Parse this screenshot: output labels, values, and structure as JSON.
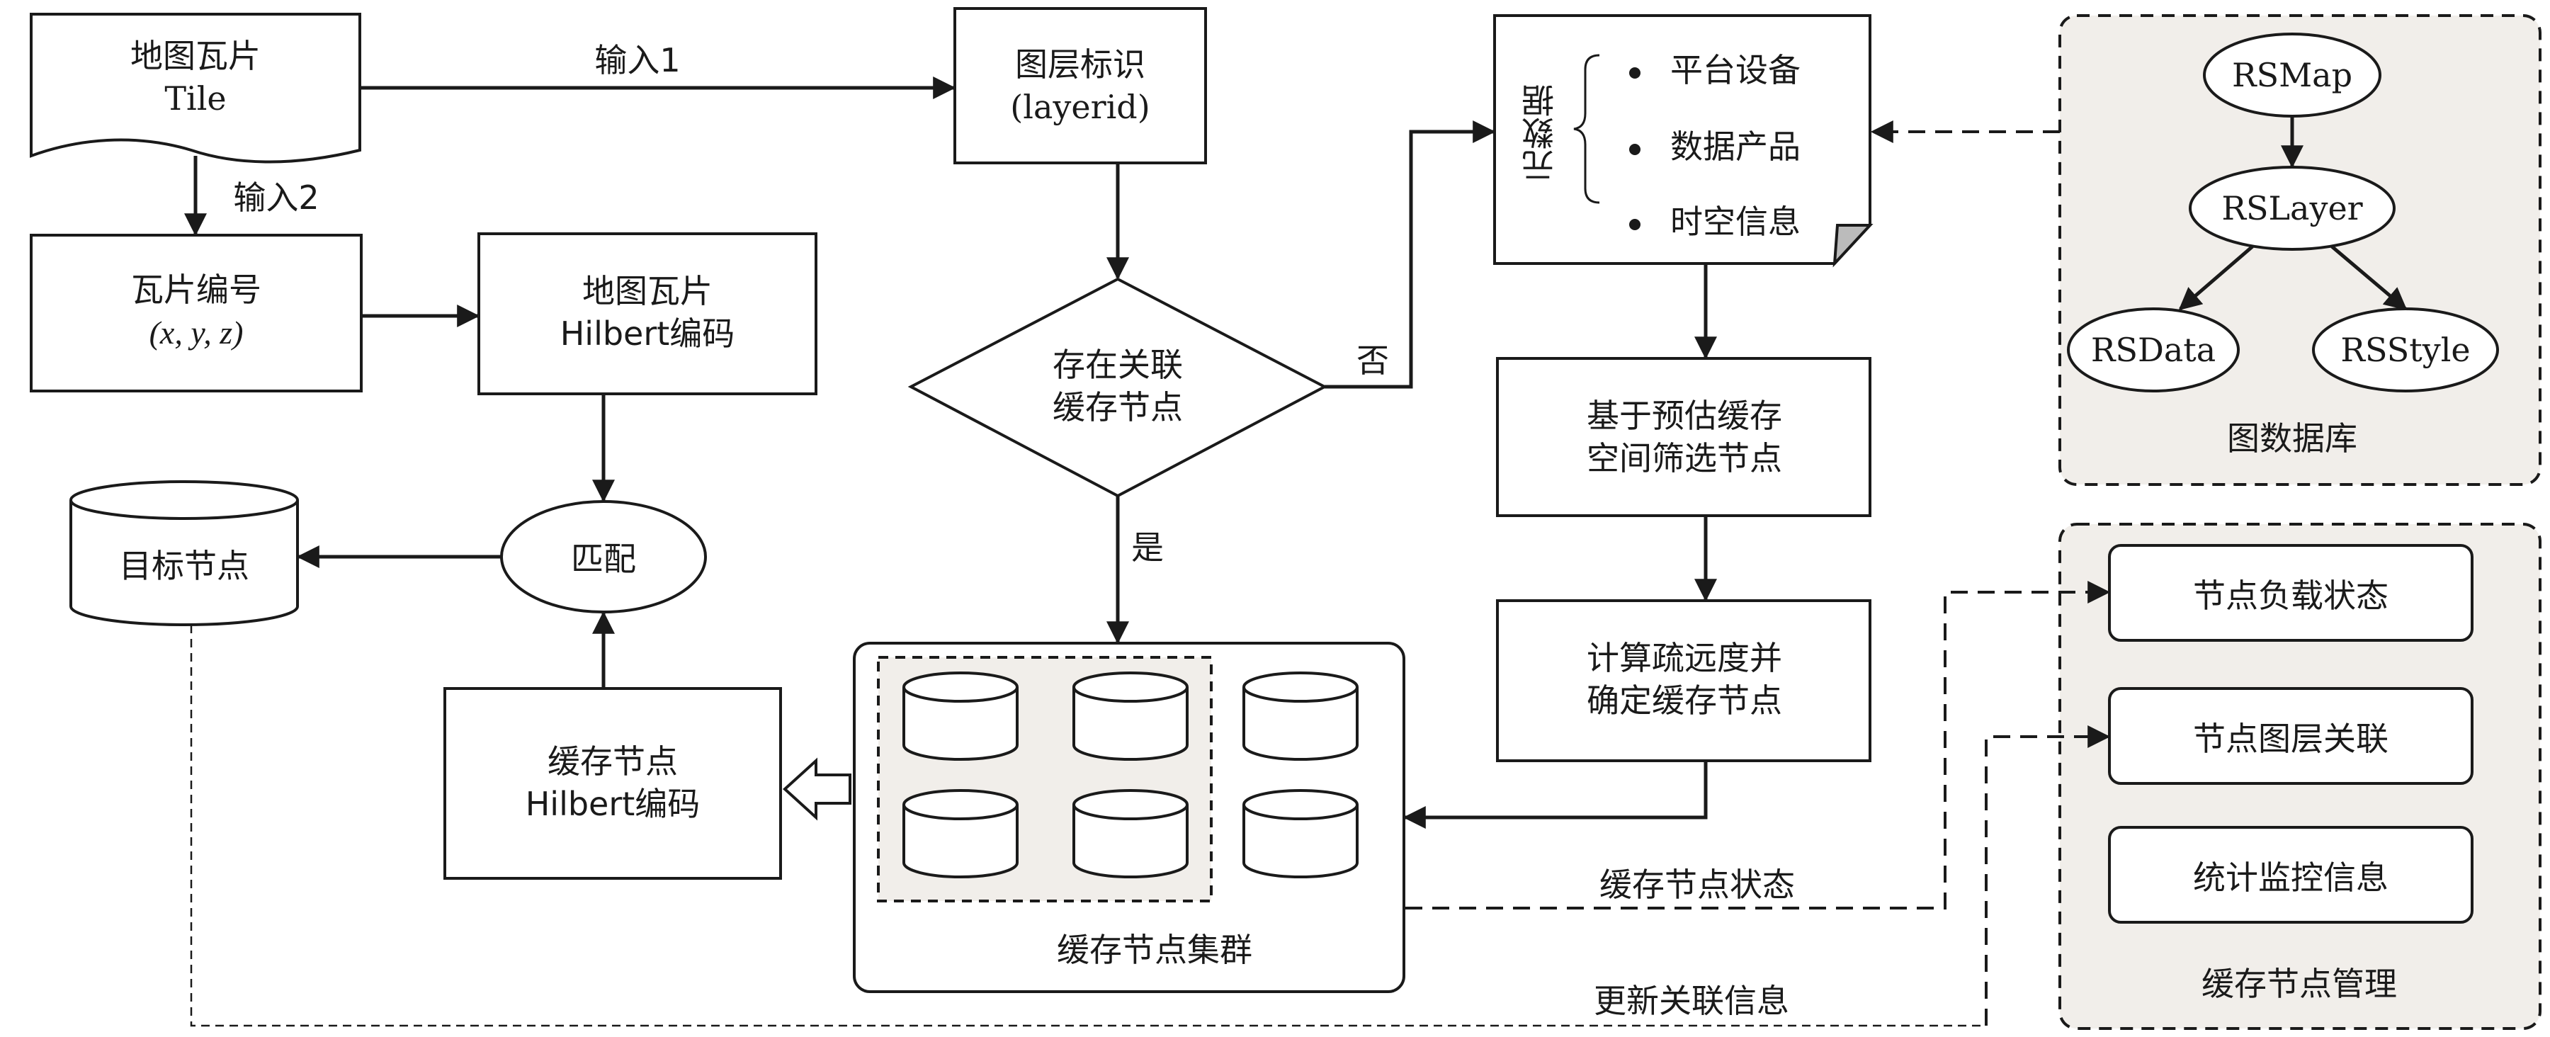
{
  "tile": {
    "line1": "地图瓦片",
    "line2": "Tile"
  },
  "input1": "输入1",
  "input2": "输入2",
  "layer_id": {
    "line1": "图层标识",
    "line2": "(layerid)"
  },
  "metadata": {
    "title": "元数据",
    "items": [
      "平台设备",
      "数据产品",
      "时空信息"
    ]
  },
  "graph_db": {
    "nodes": {
      "rsmap": "RSMap",
      "rslayer": "RSLayer",
      "rsdata": "RSData",
      "rsstyle": "RSStyle"
    },
    "caption": "图数据库"
  },
  "tile_number": {
    "line1": "瓦片编号",
    "line2": "(x, y, z)"
  },
  "tile_hilbert": {
    "line1": "地图瓦片",
    "line2": "Hilbert编码"
  },
  "decision": {
    "line1": "存在关联",
    "line2": "缓存节点",
    "no": "否",
    "yes": "是"
  },
  "filter_nodes": {
    "line1": "基于预估缓存",
    "line2": "空间筛选节点"
  },
  "compute_nodes": {
    "line1": "计算疏远度并",
    "line2": "确定缓存节点"
  },
  "target_node": "目标节点",
  "match": "匹配",
  "cache_hilbert": {
    "line1": "缓存节点",
    "line2": "Hilbert编码"
  },
  "cluster_caption": "缓存节点集群",
  "node_state_label": "缓存节点状态",
  "update_assoc_label": "更新关联信息",
  "management": {
    "items": [
      "节点负载状态",
      "节点图层关联",
      "统计监控信息"
    ],
    "caption": "缓存节点管理"
  },
  "colors": {
    "panel_fill": "#f1eeea",
    "stroke": "#1a1a1a"
  }
}
